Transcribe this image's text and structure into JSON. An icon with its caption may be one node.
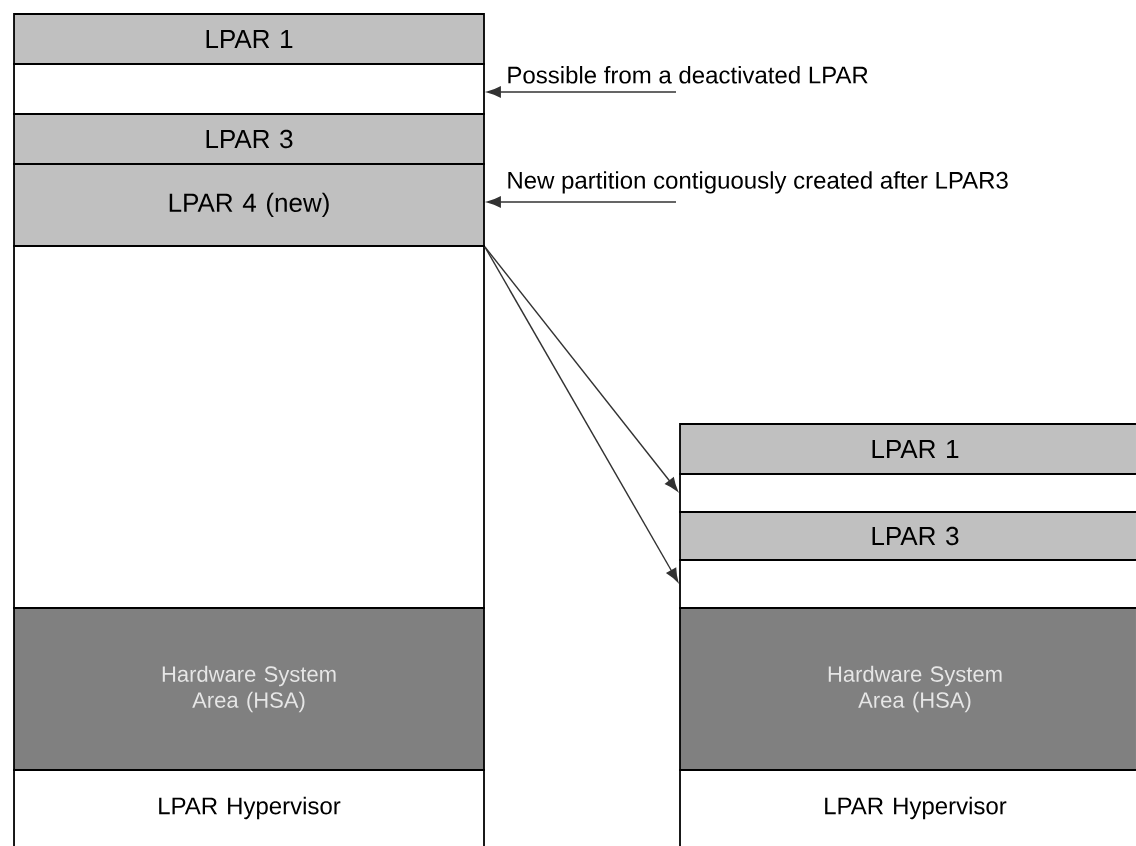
{
  "diagram": {
    "nodes": [
      {
        "text": [
          "LPAR 1"
        ]
      },
      {
        "text": [],
        "shape": "box"
      },
      {
        "text": [
          "LPAR 3"
        ]
      },
      {
        "text": [
          "LPAR 4 (new)"
        ]
      },
      {
        "text": [],
        "shape": "box"
      },
      {
        "text": [
          "Hardware System Area (HSA)"
        ]
      },
      {
        "text": [
          "LPAR Hypervisor"
        ]
      },
      {
        "text": [
          "LPAR 1"
        ]
      },
      {
        "text": [],
        "shape": "box"
      },
      {
        "text": [
          "LPAR 3"
        ]
      },
      {
        "text": [],
        "shape": "box"
      },
      {
        "text": [
          "Hardware System Area (HSA)"
        ]
      },
      {
        "text": [
          "LPAR Hypervisor"
        ]
      },
      {
        "text": [
          "Possible from a deactivated LPAR"
        ]
      },
      {
        "text": [
          "New partition contiguously created after LPAR3"
        ]
      }
    ],
    "edges": [
      {
        "from": 13,
        "to": 1,
        "arrow": "to"
      },
      {
        "from": 14,
        "to": 3,
        "arrow": "to"
      },
      {
        "from": 3,
        "to": 8,
        "arrow": "to"
      },
      {
        "from": 3,
        "to": 10,
        "arrow": "to"
      }
    ]
  }
}
